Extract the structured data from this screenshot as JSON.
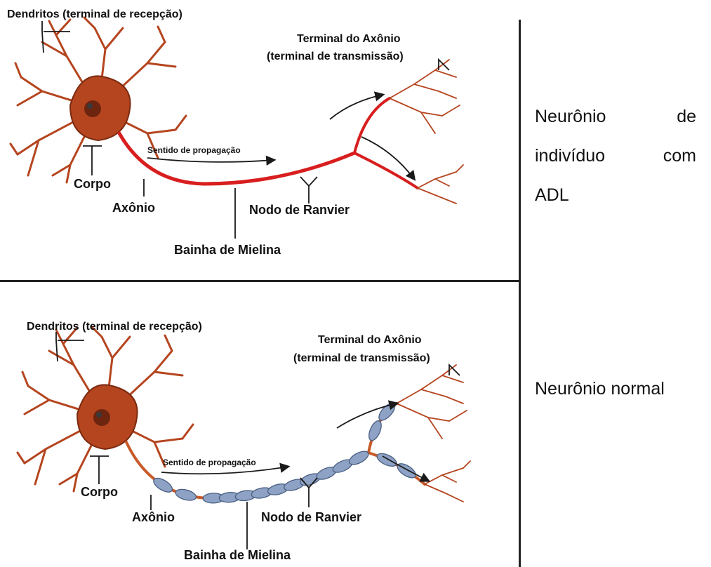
{
  "panels": [
    {
      "labels": {
        "dendrites": "Dendritos (terminal de recepção)",
        "axon_terminal_1": "Terminal do Axônio",
        "axon_terminal_2": "(terminal de transmissão)",
        "propagation": "Sentido de propagação",
        "body": "Corpo",
        "axon": "Axônio",
        "ranvier": "Nodo de Ranvier",
        "myelin": "Bainha de Mielina"
      },
      "caption_words": [
        [
          "Neurônio",
          "de"
        ],
        [
          "indivíduo",
          "com"
        ],
        [
          "ADL"
        ]
      ],
      "myelin_segments": 0,
      "axon_color": "#d81e1e"
    },
    {
      "labels": {
        "dendrites": "Dendritos (terminal de recepção)",
        "axon_terminal_1": "Terminal do Axônio",
        "axon_terminal_2": "(terminal de transmissão)",
        "propagation": "Sentido de propagação",
        "body": "Corpo",
        "axon": "Axônio",
        "ranvier": "Nodo de Ranvier",
        "myelin": "Bainha de Mielina"
      },
      "caption": "Neurônio normal",
      "myelin_segments": 14,
      "axon_color": "#c85a2a",
      "myelin_color": "#8da2c4"
    }
  ],
  "colors": {
    "neuron": "#b5451f",
    "neuron_dark": "#8a2e12",
    "outline": "#1a1a1a"
  }
}
